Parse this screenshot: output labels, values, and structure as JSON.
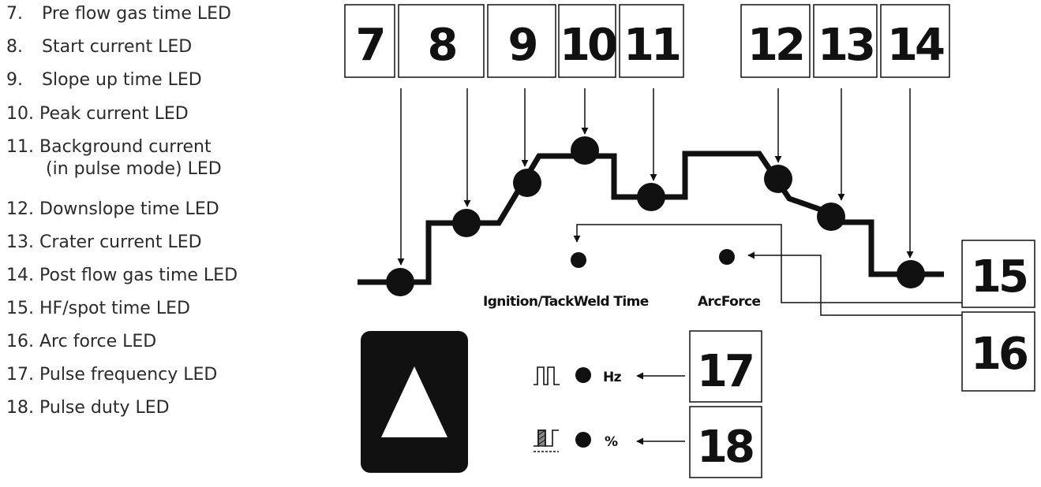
{
  "legend": [
    {
      "num": "7.",
      "text": "Pre flow gas time LED"
    },
    {
      "num": "8.",
      "text": "Start current LED"
    },
    {
      "num": "9.",
      "text": "Slope up time LED"
    },
    {
      "num": "10.",
      "text": "Peak current LED"
    },
    {
      "num": "11.",
      "text": "Background current",
      "continuation": "(in pulse mode) LED"
    },
    {
      "num": "12.",
      "text": "Downslope time LED"
    },
    {
      "num": "13.",
      "text": "Crater current LED"
    },
    {
      "num": "14.",
      "text": "Post flow gas time LED"
    },
    {
      "num": "15.",
      "text": "HF/spot time LED"
    },
    {
      "num": "16.",
      "text": "Arc force LED"
    },
    {
      "num": "17.",
      "text": "Pulse frequency LED"
    },
    {
      "num": "18.",
      "text": "Pulse duty LED"
    }
  ],
  "callouts": [
    "7",
    "8",
    "9",
    "10",
    "11",
    "12",
    "13",
    "14",
    "15",
    "16",
    "17",
    "18"
  ],
  "labels": {
    "ignition": "Ignition/TackWeld Time",
    "arcforce": "ArcForce",
    "hz": "Hz",
    "percent": "%"
  },
  "icons": {
    "up_button": "triangle-up-icon",
    "pulse_frequency": "pulse-wave-icon",
    "pulse_duty": "duty-cycle-icon"
  },
  "colors": {
    "ink": "#111111",
    "legend_text": "#2b2b2b",
    "background": "#ffffff"
  }
}
